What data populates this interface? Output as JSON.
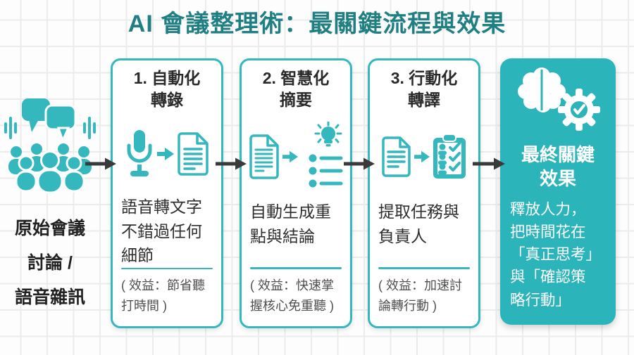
{
  "title": "AI 會議整理術：最關鍵流程與效果",
  "colors": {
    "accent_teal": "#35b7be",
    "title_teal": "#1f7f82",
    "result_fill": "#2cb4bb",
    "arrow_dark": "#3a3a3a",
    "body_text": "#2e2e2e",
    "benefit_text": "#4f4f4f"
  },
  "source": {
    "icon": "crowd-speech-icon",
    "label": "原始會議\n討論 /\n語音雜訊"
  },
  "steps": [
    {
      "title": "1. 自動化\n轉錄",
      "icons": [
        "microphone-icon",
        "arrow-right-icon",
        "document-icon"
      ],
      "description": "語音轉文字\n不錯過任何\n細節",
      "benefit": "( 效益：節省聽\n打時間 )"
    },
    {
      "title": "2. 智慧化\n摘要",
      "icons": [
        "document-icon",
        "arrow-right-icon",
        "lightbulb-list-icon"
      ],
      "description": "自動生成重\n點與結論",
      "benefit": "( 效益：快速掌\n握核心免重聽 )"
    },
    {
      "title": "3. 行動化\n轉譯",
      "icons": [
        "document-icon",
        "arrow-right-icon",
        "task-clipboard-icon"
      ],
      "description": "提取任務與\n負責人",
      "benefit": "( 效益：加速討\n論轉行動 )"
    }
  ],
  "result": {
    "icon": "brain-gear-icon",
    "title": "最終關鍵\n效果",
    "description": "釋放人力，\n把時間花在\n「真正思考」\n與「確認策\n略行動」"
  }
}
